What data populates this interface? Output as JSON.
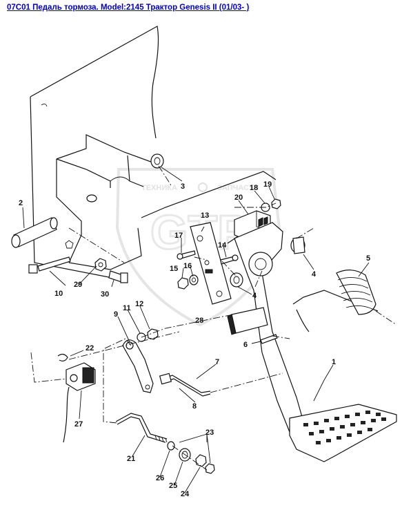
{
  "title": "07C01 Педаль тормоза. Model:2145 Трактор Genesis II (01/03- )",
  "watermark": {
    "left": "ТЕХНИКА",
    "right": "ЗАПЧАСТИ",
    "logo": "GTP"
  },
  "callouts": [
    {
      "id": "c1",
      "label": "1"
    },
    {
      "id": "c2",
      "label": "2"
    },
    {
      "id": "c3",
      "label": "3"
    },
    {
      "id": "c4a",
      "label": "4"
    },
    {
      "id": "c4b",
      "label": "4"
    },
    {
      "id": "c5",
      "label": "5"
    },
    {
      "id": "c6",
      "label": "6"
    },
    {
      "id": "c7",
      "label": "7"
    },
    {
      "id": "c8",
      "label": "8"
    },
    {
      "id": "c9",
      "label": "9"
    },
    {
      "id": "c10",
      "label": "10"
    },
    {
      "id": "c11",
      "label": "11"
    },
    {
      "id": "c12",
      "label": "12"
    },
    {
      "id": "c13",
      "label": "13"
    },
    {
      "id": "c14",
      "label": "14"
    },
    {
      "id": "c15",
      "label": "15"
    },
    {
      "id": "c16",
      "label": "16"
    },
    {
      "id": "c17",
      "label": "17"
    },
    {
      "id": "c18",
      "label": "18"
    },
    {
      "id": "c19",
      "label": "19"
    },
    {
      "id": "c20",
      "label": "20"
    },
    {
      "id": "c21",
      "label": "21"
    },
    {
      "id": "c22",
      "label": "22"
    },
    {
      "id": "c23a",
      "label": "23"
    },
    {
      "id": "c23b",
      "label": "23"
    },
    {
      "id": "c24",
      "label": "24"
    },
    {
      "id": "c25",
      "label": "25"
    },
    {
      "id": "c26",
      "label": "26"
    },
    {
      "id": "c27",
      "label": "27"
    },
    {
      "id": "c29",
      "label": "29"
    },
    {
      "id": "c30",
      "label": "30"
    }
  ]
}
